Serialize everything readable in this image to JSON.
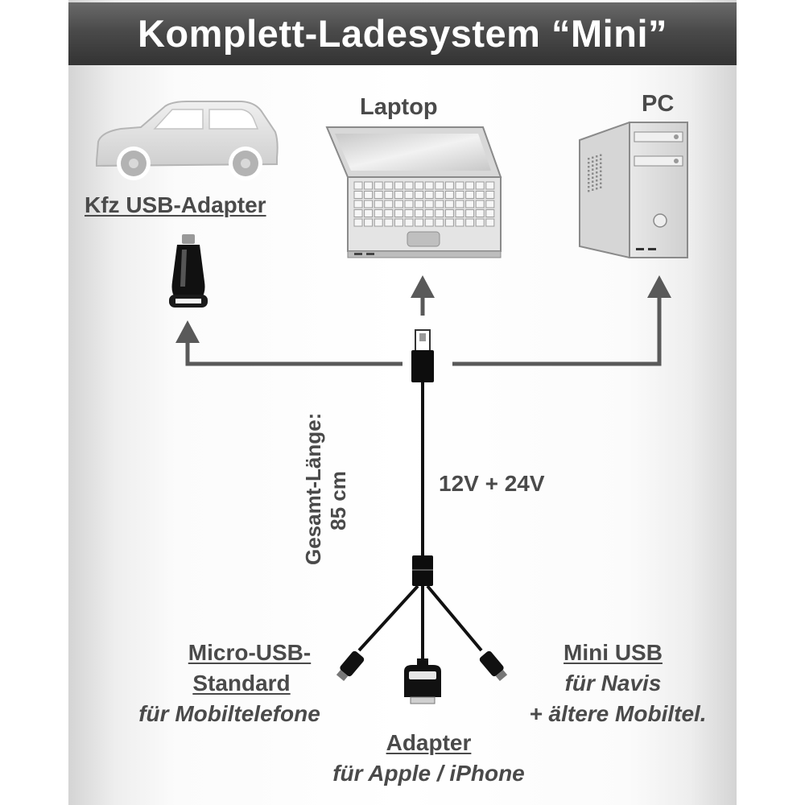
{
  "title": "Komplett-Ladesystem “Mini”",
  "devices": {
    "car_label": "Kfz USB-Adapter",
    "laptop_label": "Laptop",
    "pc_label": "PC"
  },
  "cable": {
    "length_line1": "Gesamt-Länge:",
    "length_line2": "85 cm",
    "voltage": "12V + 24V"
  },
  "connectors": {
    "micro_usb": {
      "line1": "Micro-USB-",
      "line2": "Standard",
      "line3": "für Mobiltelefone"
    },
    "mini_usb": {
      "line1": "Mini USB",
      "line2": "für Navis",
      "line3": "+ ältere Mobiltel."
    },
    "apple": {
      "line1": "Adapter",
      "line2": "für Apple / iPhone"
    }
  },
  "colors": {
    "header": "#4a4a4a",
    "text": "#4a4a4a",
    "arrow": "#595959",
    "device_fill": "#e6e6e6",
    "device_stroke": "#8a8a8a",
    "cable": "#111111"
  }
}
